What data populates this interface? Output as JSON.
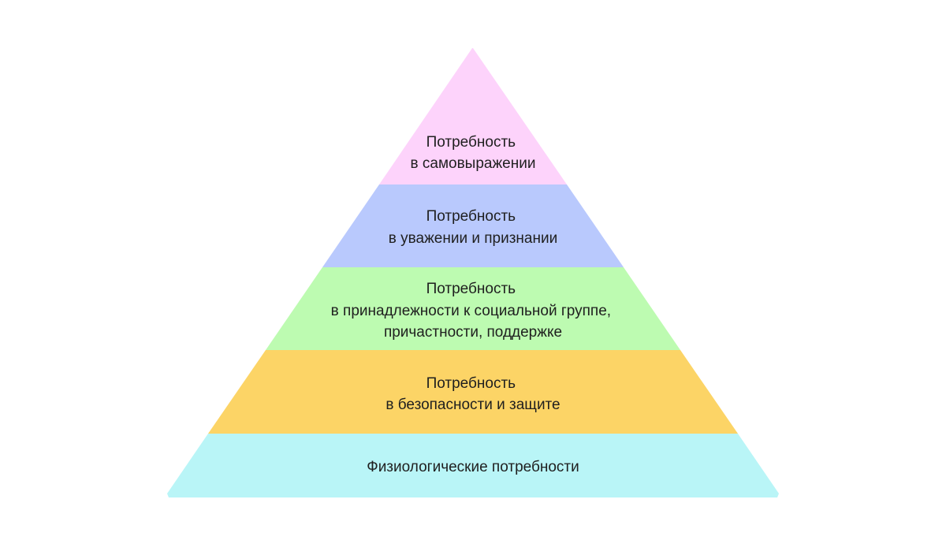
{
  "pyramid": {
    "levels": [
      {
        "id": "self-actualization",
        "lines": [
          "Потребность",
          "в самовыражении"
        ],
        "color": "#fdd3fb"
      },
      {
        "id": "esteem",
        "lines": [
          "Потребность",
          "в уважении и признании"
        ],
        "color": "#b9c9fd"
      },
      {
        "id": "belonging",
        "lines": [
          "Потребность",
          "в принадлежности к социальной группе,",
          "причастности, поддержке"
        ],
        "color": "#bdfbb1"
      },
      {
        "id": "safety",
        "lines": [
          "Потребность",
          "в безопасности и защите"
        ],
        "color": "#fcd466"
      },
      {
        "id": "physiological",
        "lines": [
          "Физиологические потребности"
        ],
        "color": "#b9f5f7"
      }
    ]
  }
}
